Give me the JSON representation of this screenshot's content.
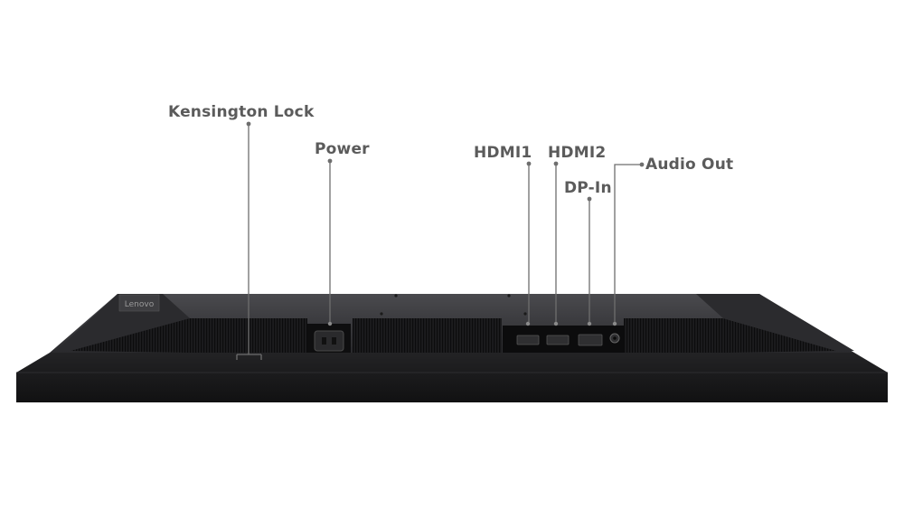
{
  "product_view": {
    "subject": "monitor-rear-bottom-view",
    "brand_mark": "Lenovo",
    "colors": {
      "background": "#ffffff",
      "body_dark": "#1b1b1d",
      "body_edge": "#0f0f10",
      "top_panel": "#3a3a3d",
      "callout_text": "#5b5b5b",
      "leader_line": "#6e6e6e"
    }
  },
  "callouts": {
    "kensington": "Kensington Lock",
    "power": "Power",
    "hdmi1": "HDMI1",
    "hdmi2": "HDMI2",
    "dp_in": "DP-In",
    "audio_out": "Audio Out"
  }
}
